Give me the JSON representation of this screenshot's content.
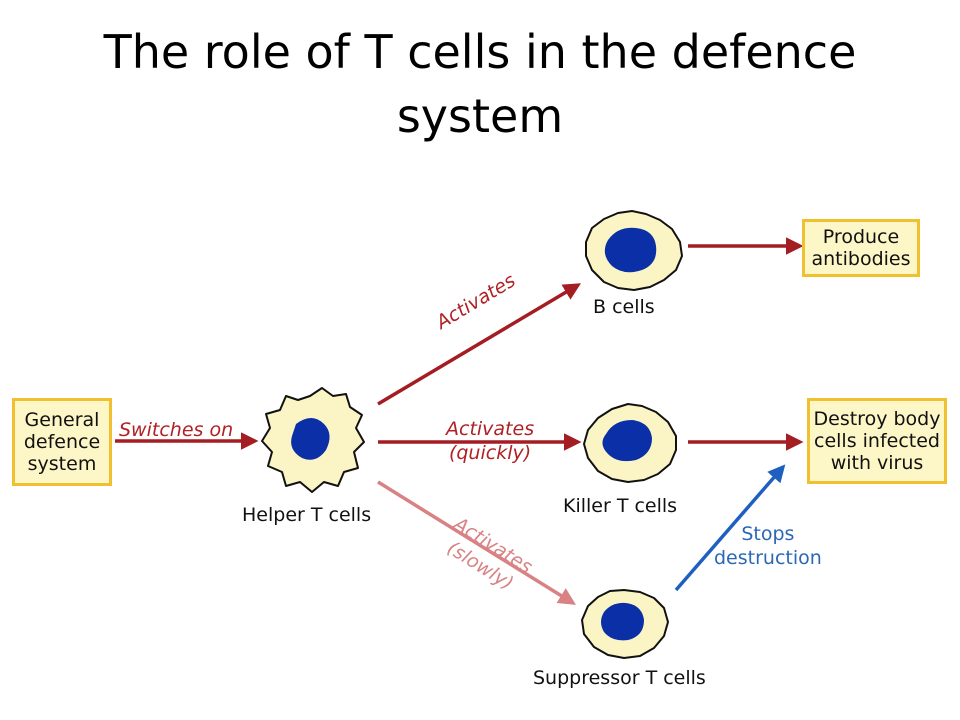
{
  "title": {
    "line1": "The role of T cells in the defence",
    "line2": "system"
  },
  "boxes": {
    "general": [
      "General",
      "defence",
      "system"
    ],
    "antibodies": [
      "Produce",
      "antibodies"
    ],
    "destroy": [
      "Destroy body",
      "cells infected",
      "with virus"
    ]
  },
  "cells": {
    "helper": "Helper T cells",
    "b": "B cells",
    "killer": "Killer T cells",
    "suppressor": "Suppressor T cells"
  },
  "edges": {
    "switches_on": "Switches on",
    "activates_b": "Activates",
    "activates_killer": [
      "Activates",
      "(quickly)"
    ],
    "activates_suppressor": [
      "Activates",
      "(slowly)"
    ],
    "stops": [
      "Stops",
      "destruction"
    ]
  },
  "colors": {
    "box_fill": "#fdf6c6",
    "box_border": "#f0c030",
    "cell_fill": "#fbf4c4",
    "nucleus": "#0b2fa6",
    "arrow_red": "#a31d22",
    "arrow_pink": "#d98284",
    "arrow_blue": "#1f5fc0"
  }
}
